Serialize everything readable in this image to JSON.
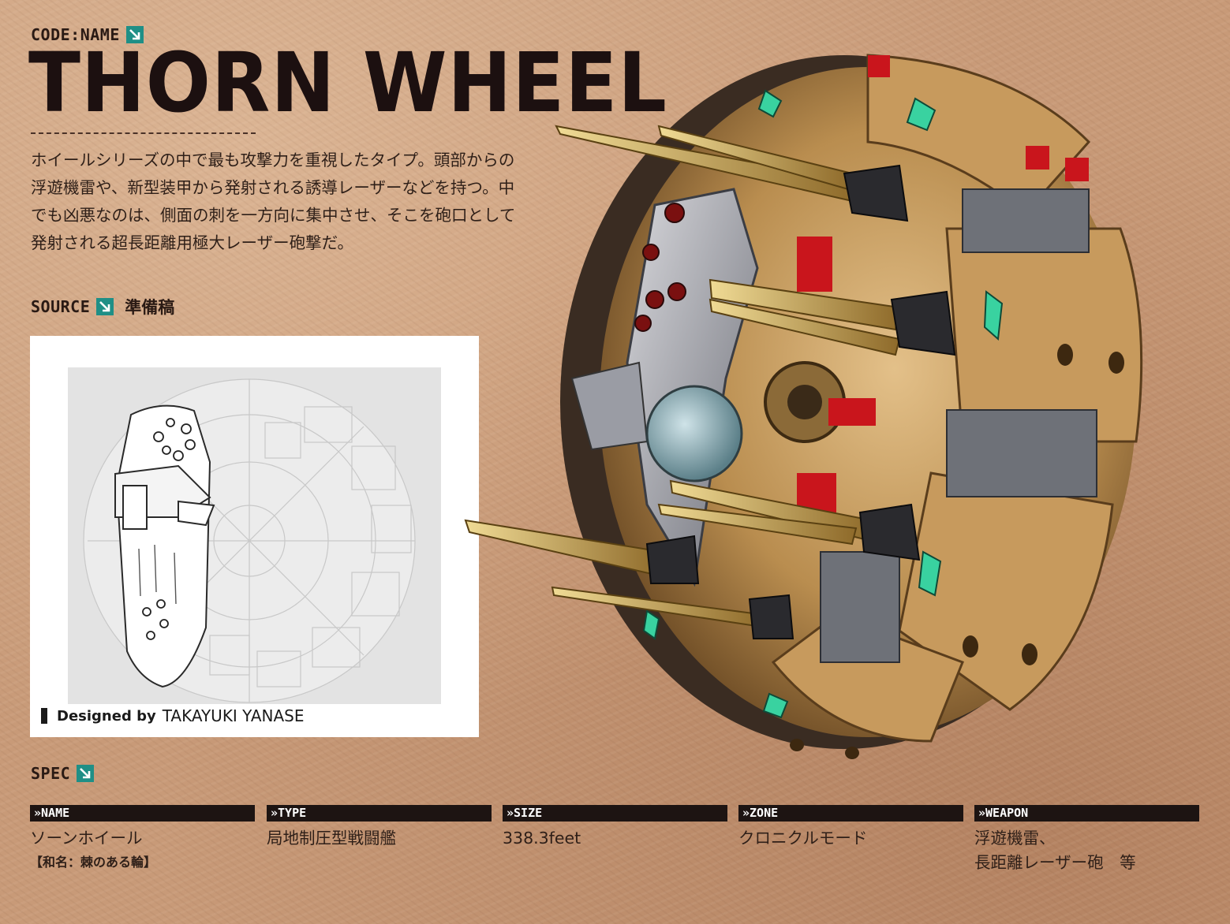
{
  "header": {
    "code_label": "CODE:NAME",
    "title": "THORN WHEEL",
    "description": "ホイールシリーズの中で最も攻撃力を重視したタイプ。頭部からの浮遊機雷や、新型装甲から発射される誘導レーザーなどを持つ。中でも凶悪なのは、側面の刺を一方向に集中させ、そこを砲口として発射される超長距離用極大レーザー砲撃だ。"
  },
  "source": {
    "label": "SOURCE",
    "name": "準備稿",
    "designed_by_label": "Designed by",
    "designer": "TAKAYUKI YANASE"
  },
  "spec": {
    "label": "SPEC",
    "columns": [
      {
        "head": "»NAME",
        "value": "ソーンホイール",
        "sub": "【和名：棘のある輪】"
      },
      {
        "head": "»TYPE",
        "value": "局地制圧型戦闘艦"
      },
      {
        "head": "»SIZE",
        "value": "338.3feet"
      },
      {
        "head": "»ZONE",
        "value": "クロニクルモード"
      },
      {
        "head": "»WEAPON",
        "value": "浮遊機雷、",
        "value2": "長距離レーザー砲　等"
      }
    ]
  },
  "colors": {
    "paper": "#c89a78",
    "accent_teal": "#1f8f86",
    "header_bar": "#1d1412",
    "gold": "#c9a25e"
  }
}
